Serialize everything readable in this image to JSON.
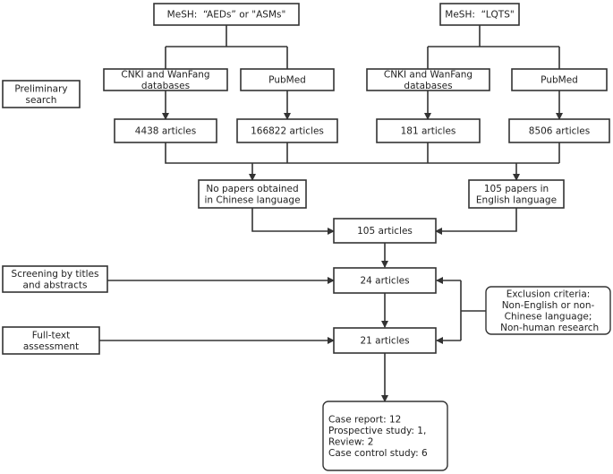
{
  "diagram": {
    "nodes": {
      "mesh_aeds": {
        "lines": [
          "MeSH:  “AEDs” or \"ASMs\""
        ]
      },
      "mesh_lqts": {
        "lines": [
          "MeSH:  “LQTS\""
        ]
      },
      "cnki_left": {
        "lines": [
          "CNKI and WanFang",
          "databases"
        ]
      },
      "pubmed_left": {
        "lines": [
          "PubMed"
        ]
      },
      "cnki_right": {
        "lines": [
          "CNKI and WanFang",
          "databases"
        ]
      },
      "pubmed_right": {
        "lines": [
          "PubMed"
        ]
      },
      "preliminary": {
        "lines": [
          "Preliminary",
          "search"
        ]
      },
      "art_4438": {
        "lines": [
          "4438 articles"
        ]
      },
      "art_166822": {
        "lines": [
          "166822 articles"
        ]
      },
      "art_181": {
        "lines": [
          "181 articles"
        ]
      },
      "art_8506": {
        "lines": [
          "8506 articles"
        ]
      },
      "no_papers": {
        "lines": [
          "No papers obtained",
          "in Chinese language"
        ]
      },
      "papers_105": {
        "lines": [
          "105 papers in",
          "English language"
        ]
      },
      "art_105": {
        "lines": [
          "105 articles"
        ]
      },
      "screening": {
        "lines": [
          "Screening by titles",
          "and abstracts"
        ]
      },
      "art_24": {
        "lines": [
          "24 articles"
        ]
      },
      "exclusion": {
        "lines": [
          "Exclusion criteria:",
          "Non-English or non-",
          "Chinese language;",
          " Non-human research"
        ]
      },
      "fulltext": {
        "lines": [
          "Full-text",
          "assessment"
        ]
      },
      "art_21": {
        "lines": [
          "21 articles"
        ]
      },
      "results": {
        "lines": [
          "Case report: 12",
          "Prospective study: 1,",
          "Review: 2",
          "Case control study: 6"
        ]
      }
    }
  }
}
